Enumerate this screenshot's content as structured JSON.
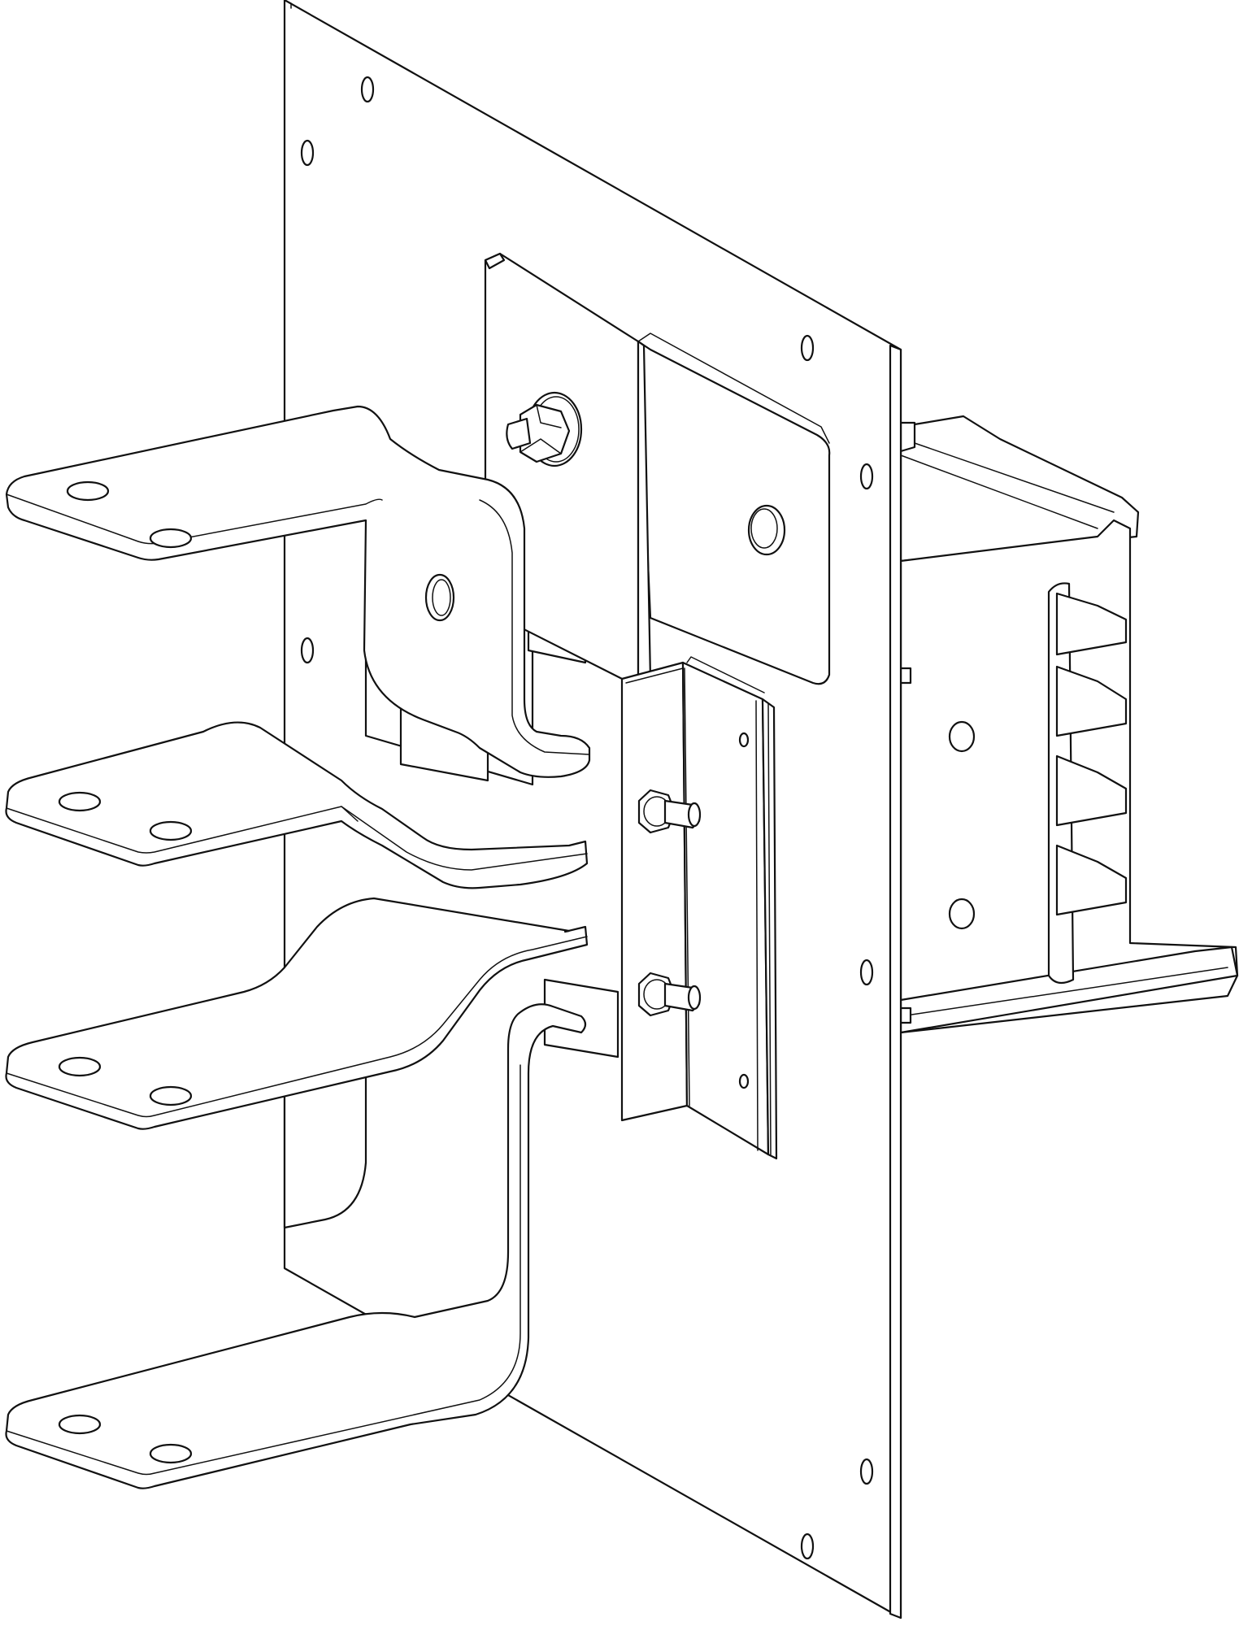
{
  "drawing": {
    "line_color": "#111111",
    "background": "#ffffff",
    "components": [
      "mounting-plate",
      "busbar-housing",
      "clamp-plate-pair",
      "insulator-bracket",
      "busbar-1",
      "busbar-2",
      "busbar-3",
      "busbar-4"
    ]
  }
}
